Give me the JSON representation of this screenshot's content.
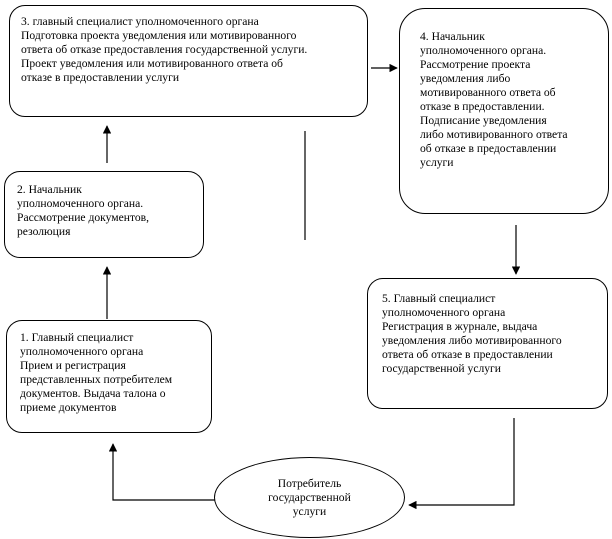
{
  "nodes": {
    "step3": {
      "lines": [
        "3. главный специалист уполномоченного органа",
        "Подготовка проекта уведомления или мотивированного",
        "ответа об отказе предоставления государственной услуги.",
        "Проект  уведомления или мотивированного ответа об",
        "отказе в предоставлении услуги"
      ]
    },
    "step4": {
      "lines": [
        "4.  Начальник",
        "уполномоченного органа.",
        "Рассмотрение проекта",
        "уведомления либо",
        "мотивированного ответа об",
        "отказе в предоставлении.",
        "Подписание уведомления",
        "либо мотивированного ответа",
        "об отказе в предоставлении",
        "услуги"
      ]
    },
    "step2": {
      "lines": [
        "2. Начальник",
        "уполномоченного органа.",
        "Рассмотрение документов,",
        " резолюция"
      ]
    },
    "step5": {
      "lines": [
        "5. Главный специалист",
        "уполномоченного органа",
        "Регистрация в журнале, выдача",
        "уведомления либо мотивированного",
        "ответа об отказе в предоставлении",
        "государственной услуги"
      ]
    },
    "step1": {
      "lines": [
        "1. Главный специалист",
        "уполномоченного органа",
        "Прием и регистрация",
        "представленных потребителем",
        "документов. Выдача талона о",
        "приеме документов"
      ]
    },
    "consumer": {
      "lines": [
        "Потребитель",
        "государственной",
        "услуги"
      ]
    }
  },
  "colors": {
    "stroke": "#000000",
    "background": "#ffffff"
  }
}
